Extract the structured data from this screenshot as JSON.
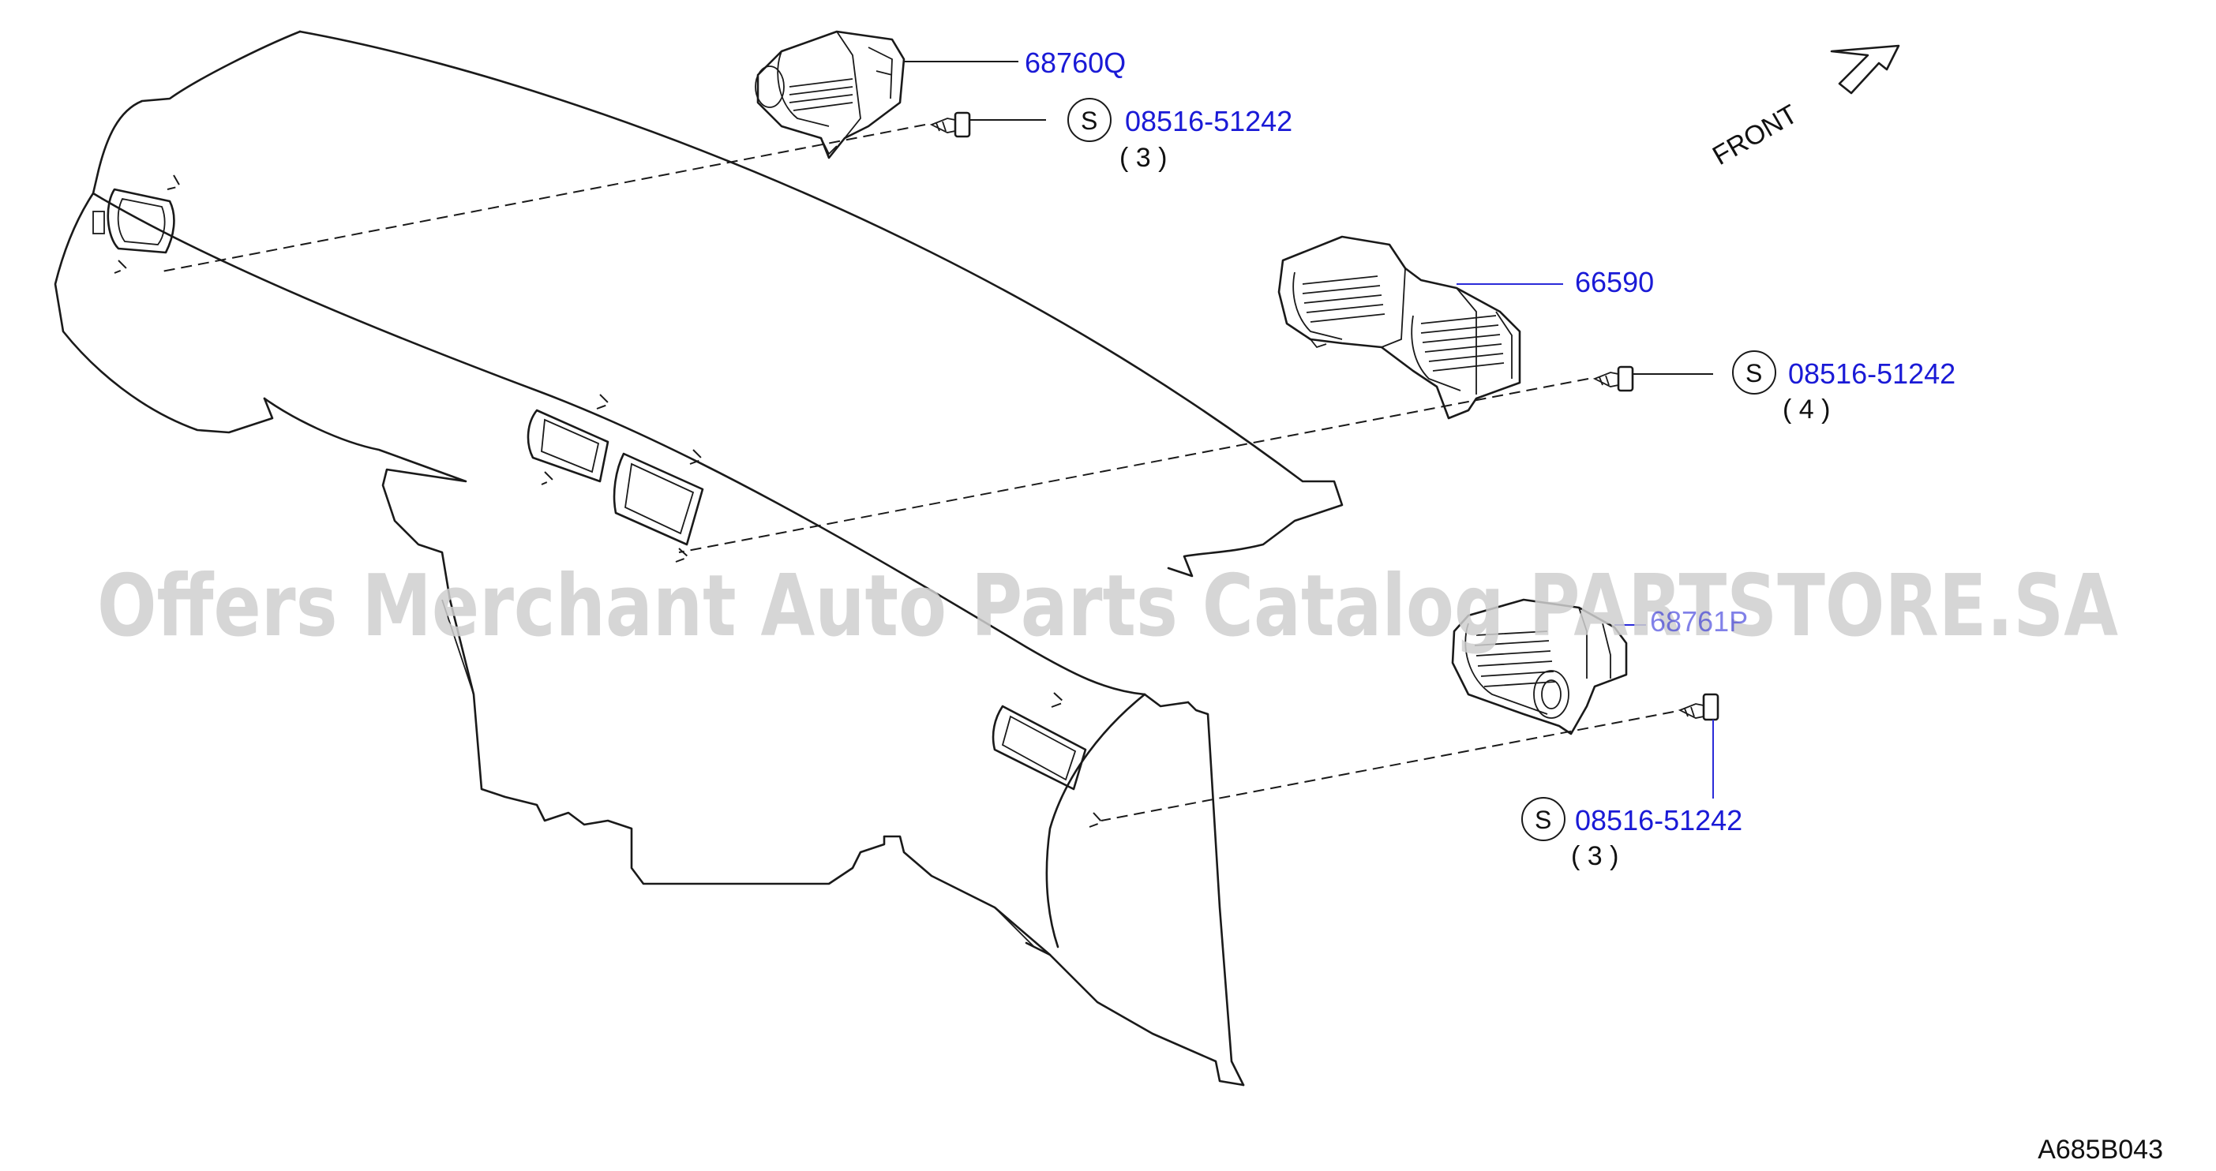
{
  "callouts": {
    "left_vent": {
      "part_number": "68760Q"
    },
    "center_vent": {
      "part_number": "66590"
    },
    "right_vent": {
      "part_number": "68761P"
    }
  },
  "screws": [
    {
      "symbol": "S",
      "part_number": "08516-51242",
      "quantity": "( 3 )"
    },
    {
      "symbol": "S",
      "part_number": "08516-51242",
      "quantity": "( 4 )"
    },
    {
      "symbol": "S",
      "part_number": "08516-51242",
      "quantity": "( 3 )"
    }
  ],
  "orientation": {
    "label": "FRONT"
  },
  "watermark": "Offers Merchant Auto Parts Catalog PARTSTORE.SA",
  "diagram_code": "A685B043"
}
